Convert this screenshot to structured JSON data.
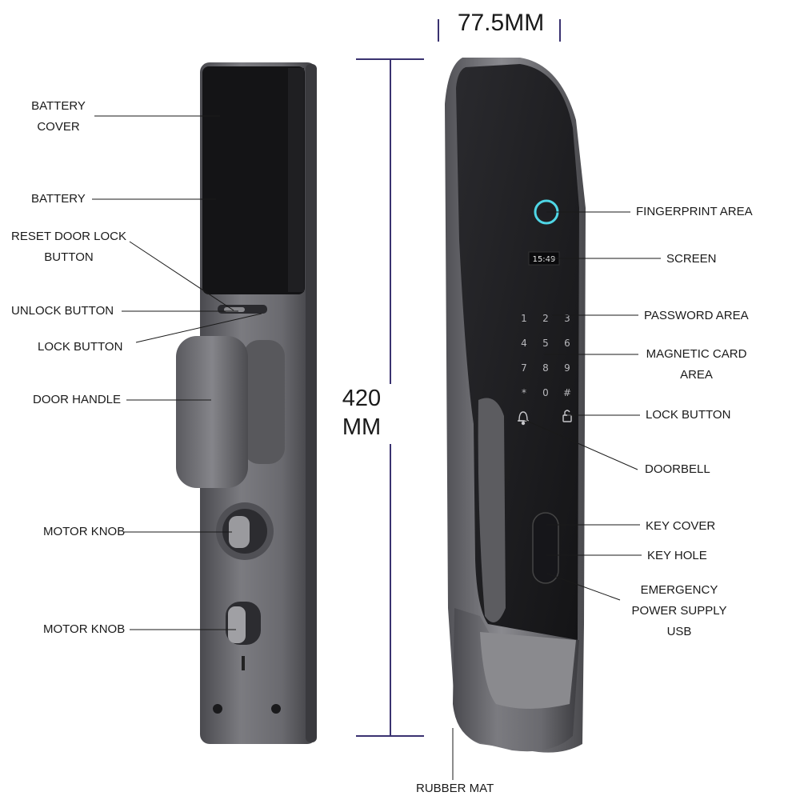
{
  "dimensions": {
    "width": "77.5MM",
    "height_line1": "420",
    "height_line2": "MM"
  },
  "screen_time": "15:49",
  "keypad": [
    "1",
    "2",
    "3",
    "4",
    "5",
    "6",
    "7",
    "8",
    "9",
    "*",
    "0",
    "#"
  ],
  "labels": {
    "battery_cover": [
      "BATTERY",
      "COVER"
    ],
    "battery": "BATTERY",
    "reset_button": [
      "RESET DOOR LOCK",
      "BUTTON"
    ],
    "unlock_button": "UNLOCK BUTTON",
    "lock_button_left": "LOCK BUTTON",
    "door_handle": "DOOR HANDLE",
    "motor_knob_1": "MOTOR KNOB",
    "motor_knob_2": "MOTOR KNOB",
    "fingerprint_area": "FINGERPRINT AREA",
    "screen": "SCREEN",
    "password_area": "PASSWORD AREA",
    "magnetic_card_area": [
      "MAGNETIC CARD",
      "AREA"
    ],
    "lock_button_right": "LOCK BUTTON",
    "doorbell": "DOORBELL",
    "key_cover": "KEY COVER",
    "key_hole": "KEY HOLE",
    "emergency_power": [
      "EMERGENCY",
      "POWER SUPPLY",
      "USB"
    ],
    "rubber_mat": "RUBBER MAT"
  },
  "colors": {
    "dimension_line": "#3a3270",
    "body_metal": "#6b6b70",
    "panel_black": "#1c1c1f",
    "fingerprint_ring": "#4fd6e6"
  }
}
